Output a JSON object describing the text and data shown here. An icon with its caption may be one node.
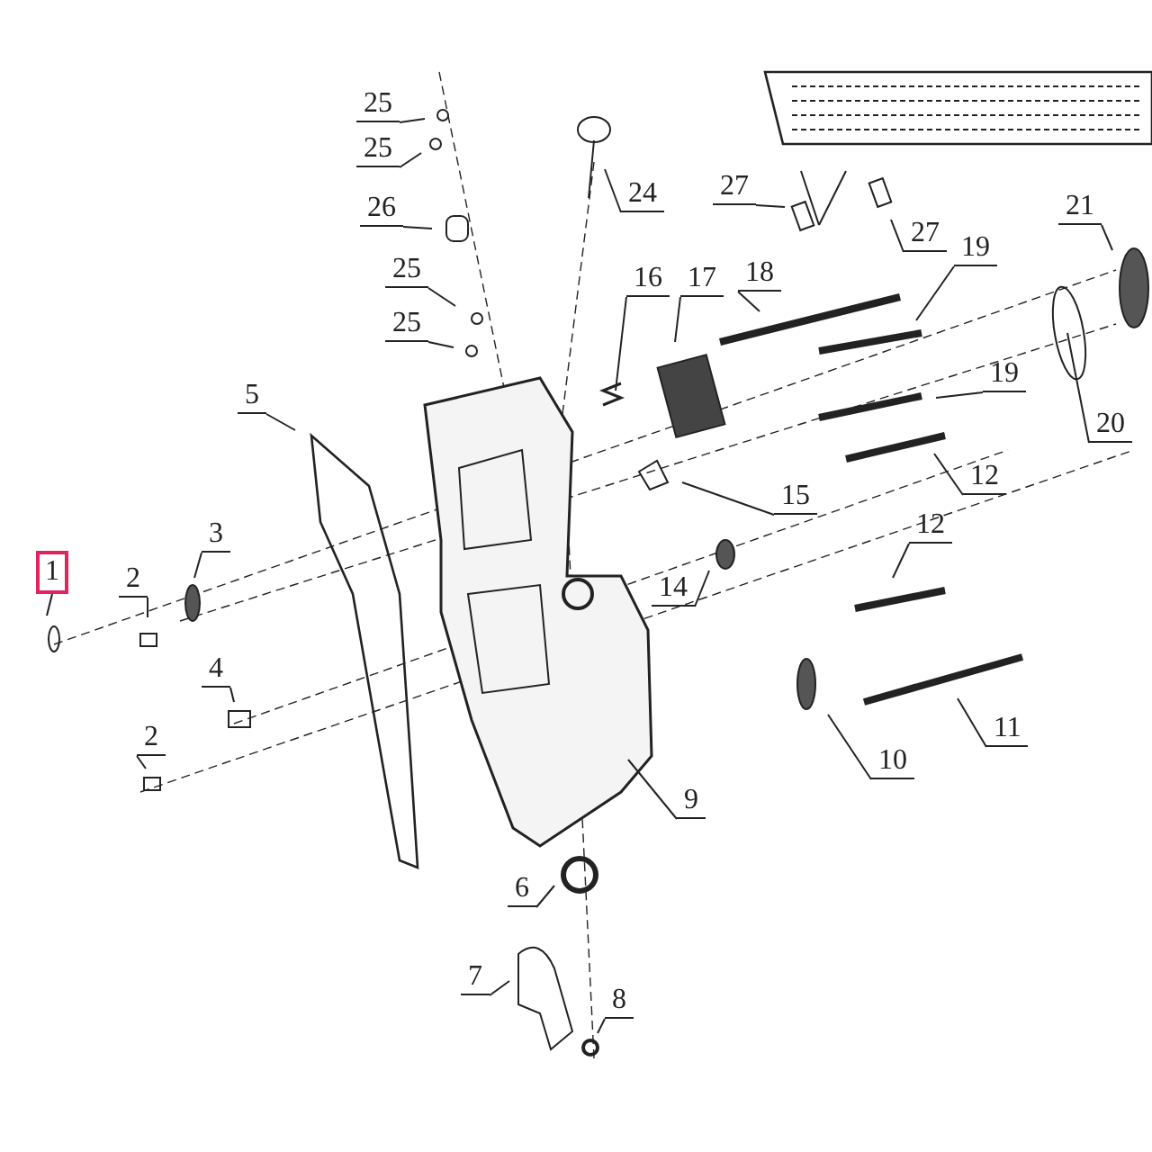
{
  "diagram": {
    "nodes": [
      {
        "text": [
          "25"
        ]
      },
      {
        "text": [
          "25"
        ]
      },
      {
        "text": [
          "26"
        ]
      },
      {
        "text": [
          "25"
        ]
      },
      {
        "text": [
          "25"
        ]
      },
      {
        "text": [
          "24"
        ]
      },
      {
        "text": [
          "27"
        ]
      },
      {
        "text": [
          "27"
        ]
      },
      {
        "text": [
          "21"
        ]
      },
      {
        "text": [
          "16"
        ]
      },
      {
        "text": [
          "17"
        ]
      },
      {
        "text": [
          "18"
        ]
      },
      {
        "text": [
          "19"
        ]
      },
      {
        "text": [
          "19"
        ]
      },
      {
        "text": [
          "20"
        ]
      },
      {
        "text": [
          "12"
        ]
      },
      {
        "text": [
          "15"
        ]
      },
      {
        "text": [
          "5"
        ]
      },
      {
        "text": [
          "3"
        ]
      },
      {
        "text": [
          "12"
        ]
      },
      {
        "text": [
          "14"
        ]
      },
      {
        "text": [
          "1"
        ]
      },
      {
        "text": [
          "2"
        ]
      },
      {
        "text": [
          "4"
        ]
      },
      {
        "text": [
          "2"
        ]
      },
      {
        "text": [
          "11"
        ]
      },
      {
        "text": [
          "10"
        ]
      },
      {
        "text": [
          "9"
        ]
      },
      {
        "text": [
          "6"
        ]
      },
      {
        "text": [
          "7"
        ]
      },
      {
        "text": [
          "8"
        ]
      }
    ],
    "edges": [
      {
        "from": 0,
        "to": null,
        "arrow": "none"
      },
      {
        "from": 1,
        "to": null,
        "arrow": "none"
      },
      {
        "from": 2,
        "to": null,
        "arrow": "none"
      },
      {
        "from": 3,
        "to": null,
        "arrow": "none"
      },
      {
        "from": 4,
        "to": null,
        "arrow": "none"
      },
      {
        "from": 5,
        "to": null,
        "arrow": "none"
      },
      {
        "from": 6,
        "to": null,
        "arrow": "none"
      },
      {
        "from": 7,
        "to": null,
        "arrow": "none"
      },
      {
        "from": 8,
        "to": null,
        "arrow": "none"
      },
      {
        "from": 9,
        "to": null,
        "arrow": "none"
      },
      {
        "from": 10,
        "to": null,
        "arrow": "none"
      },
      {
        "from": 11,
        "to": null,
        "arrow": "none"
      },
      {
        "from": 12,
        "to": null,
        "arrow": "none"
      },
      {
        "from": 13,
        "to": null,
        "arrow": "none"
      },
      {
        "from": 14,
        "to": null,
        "arrow": "none"
      },
      {
        "from": 15,
        "to": null,
        "arrow": "none"
      },
      {
        "from": 16,
        "to": null,
        "arrow": "none"
      },
      {
        "from": 17,
        "to": null,
        "arrow": "none"
      },
      {
        "from": 18,
        "to": null,
        "arrow": "none"
      },
      {
        "from": 19,
        "to": null,
        "arrow": "none"
      },
      {
        "from": 20,
        "to": null,
        "arrow": "none"
      },
      {
        "from": 21,
        "to": null,
        "arrow": "none"
      },
      {
        "from": 22,
        "to": null,
        "arrow": "none"
      },
      {
        "from": 23,
        "to": null,
        "arrow": "none"
      },
      {
        "from": 24,
        "to": null,
        "arrow": "none"
      },
      {
        "from": 25,
        "to": null,
        "arrow": "none"
      },
      {
        "from": 26,
        "to": null,
        "arrow": "none"
      },
      {
        "from": 27,
        "to": null,
        "arrow": "none"
      },
      {
        "from": 28,
        "to": null,
        "arrow": "none"
      },
      {
        "from": 29,
        "to": null,
        "arrow": "none"
      },
      {
        "from": 30,
        "to": null,
        "arrow": "none"
      }
    ]
  }
}
